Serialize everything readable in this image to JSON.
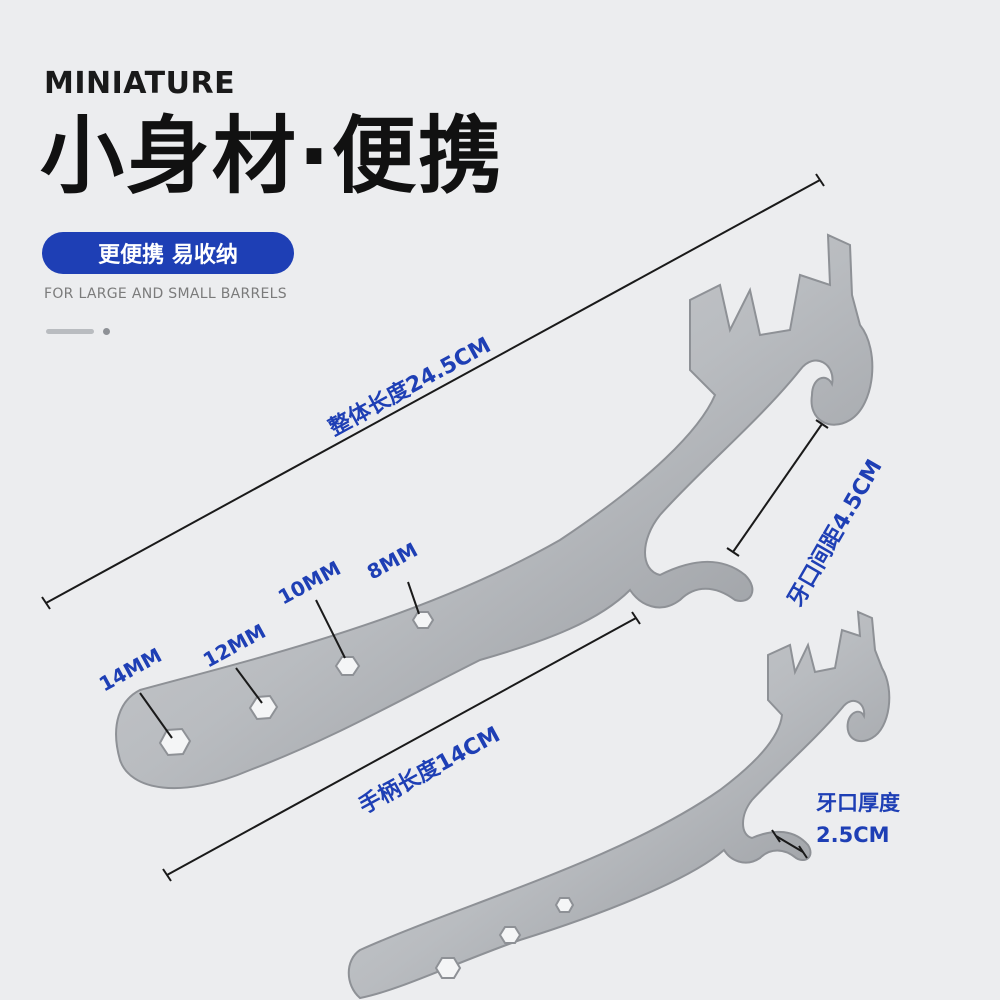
{
  "header": {
    "kicker": "MINIATURE",
    "title": "小身材·便携",
    "badge": "更便携 易收纳",
    "subtitle": "FOR LARGE AND SMALL BARRELS"
  },
  "dimensions": {
    "overall_length": "整体长度24.5CM",
    "jaw_spacing": "牙口间距4.5CM",
    "handle_length": "手柄长度14CM",
    "jaw_thickness_title": "牙口厚度",
    "jaw_thickness_value": "2.5CM"
  },
  "hex_sizes": [
    "14MM",
    "12MM",
    "10MM",
    "8MM"
  ],
  "colors": {
    "accent": "#1e3fb5",
    "text_dark": "#111111",
    "background": "#ecedef",
    "metal": "#b9bcc0",
    "metal_light": "#d3d5d8",
    "metal_dark": "#8e9196",
    "line": "#1a1a1a"
  }
}
